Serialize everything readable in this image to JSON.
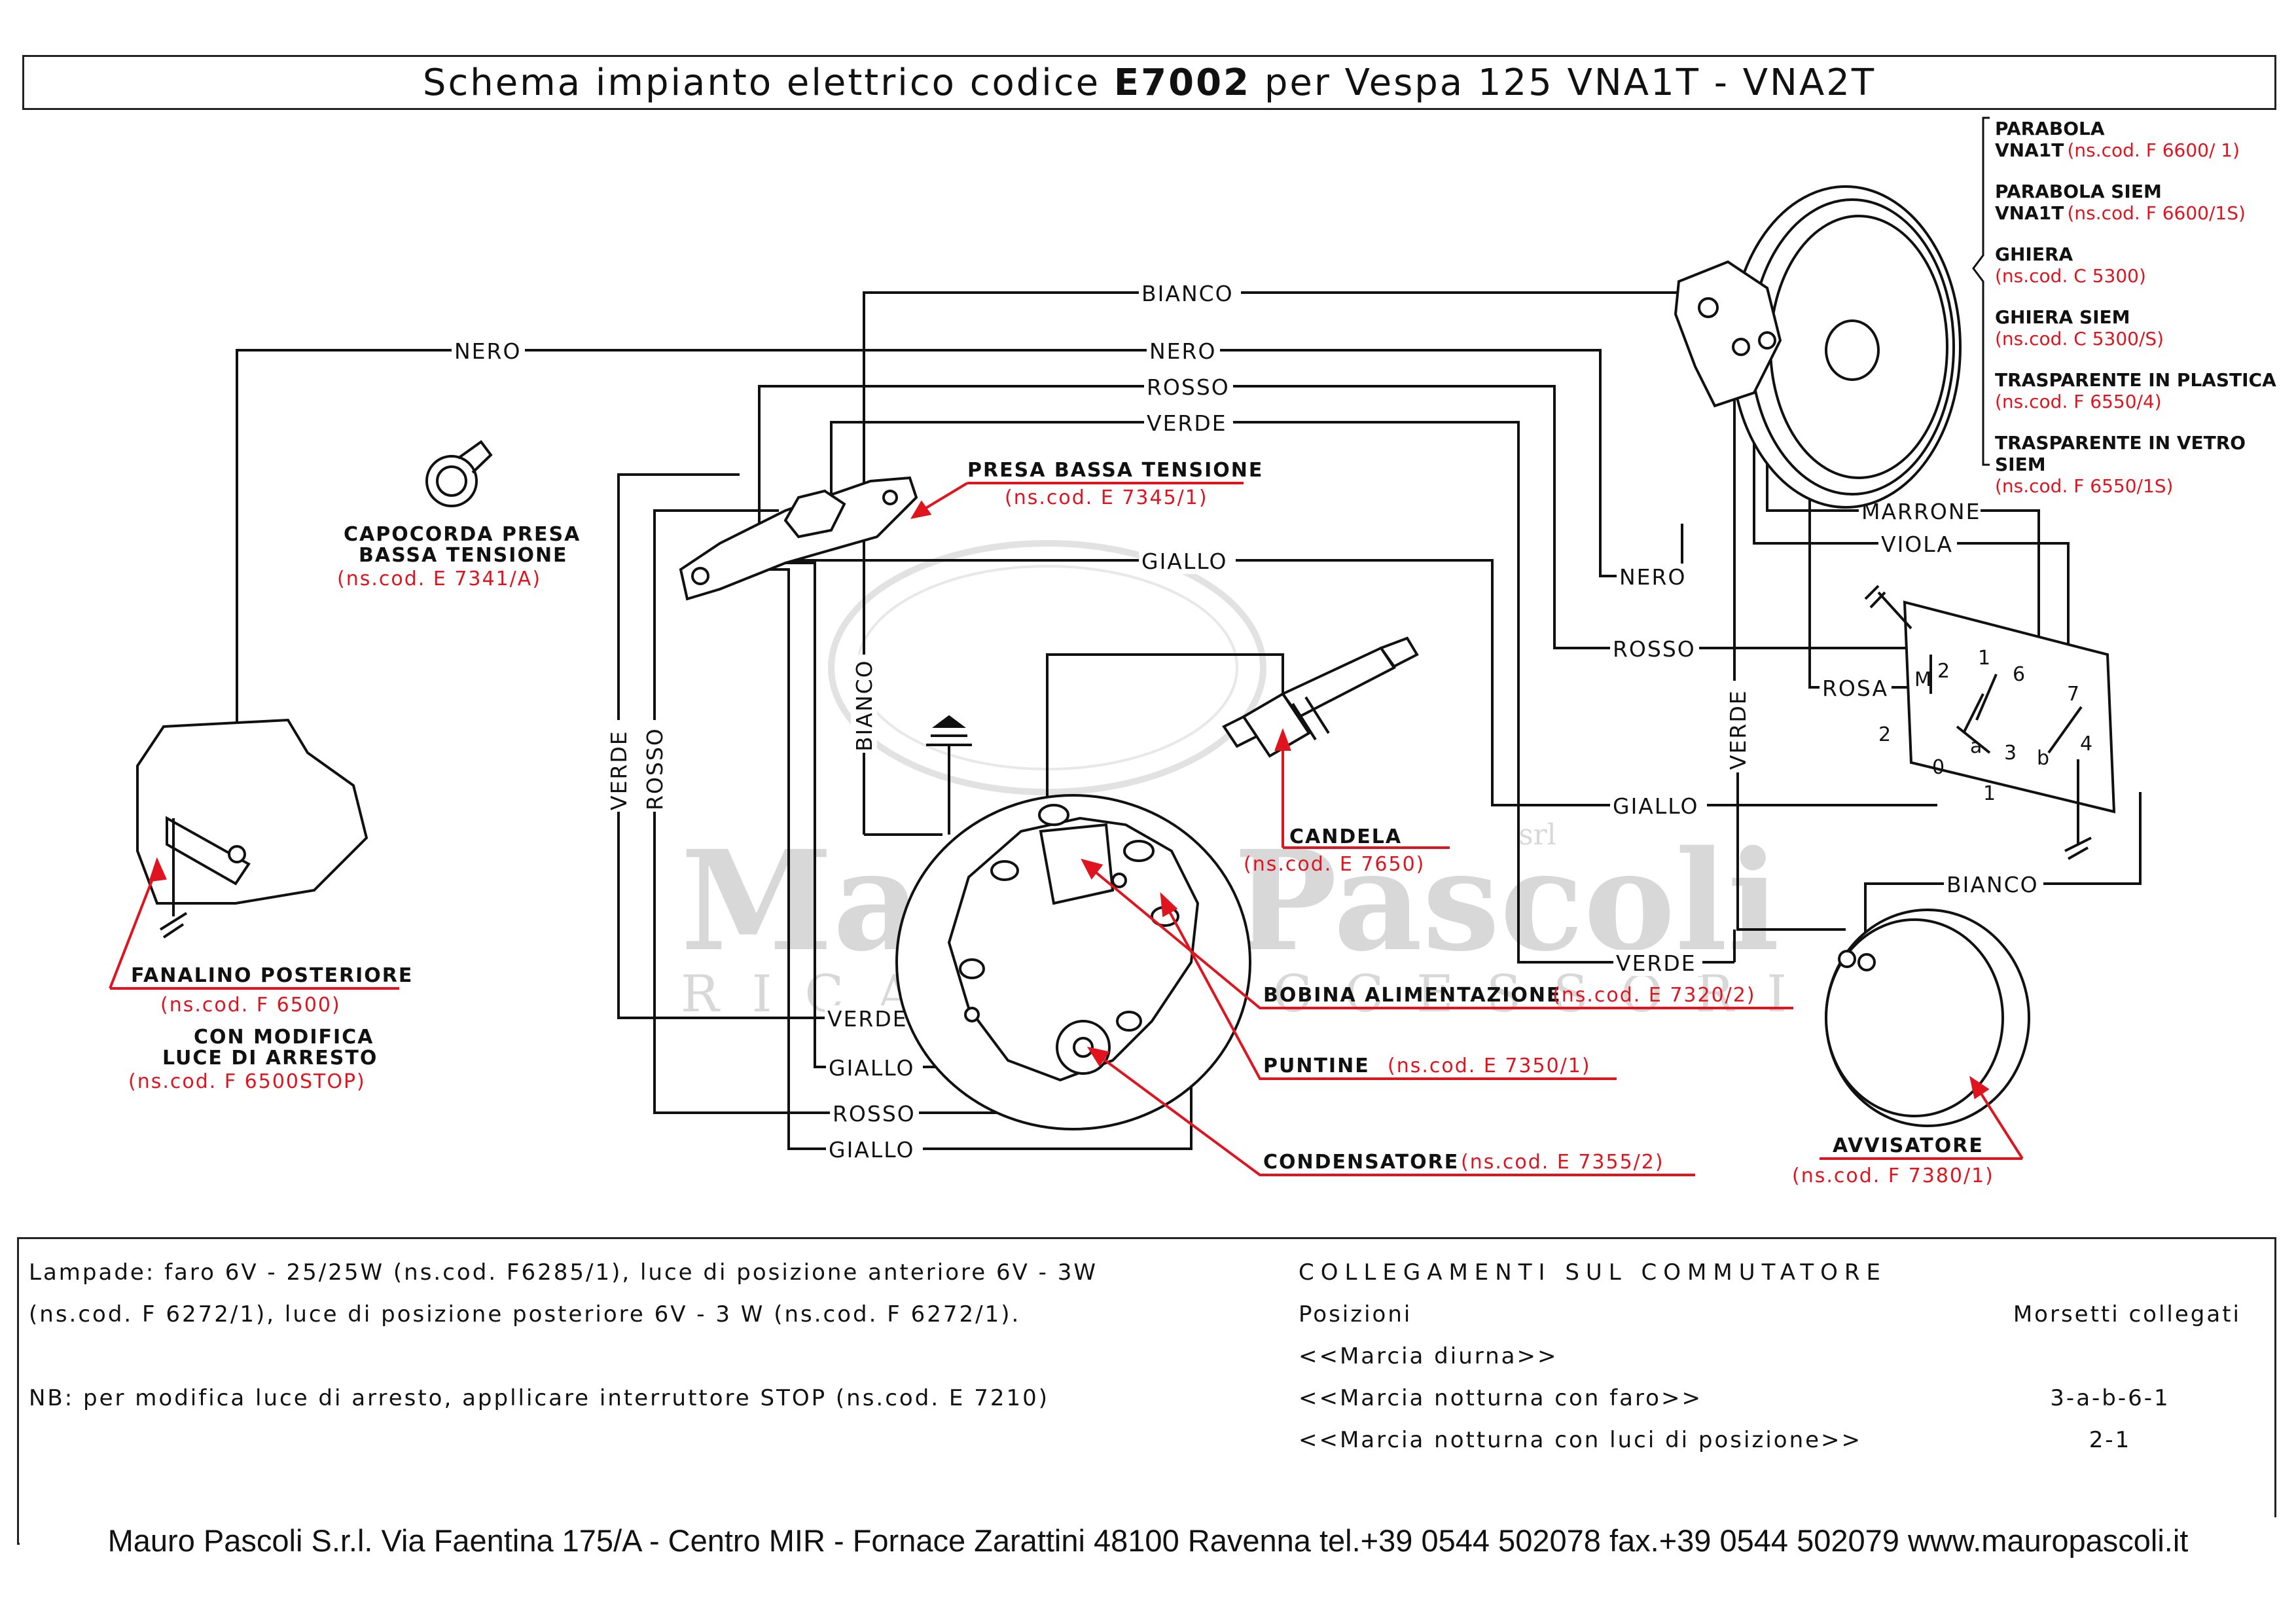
{
  "title": {
    "prefix": "Schema impianto elettrico codice ",
    "code": "E7002",
    "suffix": " per Vespa 125 VNA1T - VNA2T"
  },
  "watermark": {
    "name": "Mauro Pascoli",
    "sub": "RICAMBI ACCESSORI",
    "srl": "srl"
  },
  "wire_labels": {
    "bianco": "BIANCO",
    "nero": "NERO",
    "rosso": "ROSSO",
    "verde": "VERDE",
    "giallo": "GIALLO",
    "marrone": "MARRONE",
    "viola": "VIOLA",
    "rosa": "ROSA"
  },
  "components": {
    "capocorda": {
      "line1": "CAPOCORDA PRESA",
      "line2": "BASSA TENSIONE",
      "code": "(ns.cod. E 7341/A)"
    },
    "presa": {
      "label": "PRESA BASSA TENSIONE",
      "code": "(ns.cod. E 7345/1)"
    },
    "candela": {
      "label": "CANDELA",
      "code": "(ns.cod. E 7650)"
    },
    "bobina": {
      "label": "BOBINA ALIMENTAZIONE",
      "code": "(ns.cod. E 7320/2)"
    },
    "puntine": {
      "label": "PUNTINE",
      "code": "(ns.cod. E 7350/1)"
    },
    "condensatore": {
      "label": "CONDENSATORE",
      "code": "(ns.cod. E 7355/2)"
    },
    "fanalino": {
      "label": "FANALINO POSTERIORE",
      "code": "(ns.cod. F 6500)",
      "mod1": "CON MODIFICA",
      "mod2": "LUCE DI ARRESTO",
      "mod_code": "(ns.cod. F 6500STOP)"
    },
    "avvisatore": {
      "label": "AVVISATORE",
      "code": "(ns.cod. F 7380/1)"
    }
  },
  "parts_list": [
    {
      "name": "PARABOLA",
      "model": "VNA1T",
      "code": "(ns.cod. F 6600/ 1)"
    },
    {
      "name": "PARABOLA SIEM",
      "model": "VNA1T",
      "code": "(ns.cod. F 6600/1S)"
    },
    {
      "name": "GHIERA",
      "model": "",
      "code": "(ns.cod. C 5300)"
    },
    {
      "name": "GHIERA SIEM",
      "model": "",
      "code": "(ns.cod. C 5300/S)"
    },
    {
      "name": "TRASPARENTE IN PLASTICA",
      "model": "",
      "code": "(ns.cod. F 6550/4)"
    },
    {
      "name": "TRASPARENTE IN VETRO SIEM",
      "model": "",
      "code": "(ns.cod. F 6550/1S)"
    }
  ],
  "switch_terminals": {
    "t1a": "1",
    "t2a": "2",
    "t6": "6",
    "t7": "7",
    "t2b": "2",
    "t0": "0",
    "ta": "a",
    "tb": "b",
    "t3": "3",
    "t4": "4",
    "t1b": "1",
    "tm": "M"
  },
  "notes": {
    "line1": "Lampade: faro 6V - 25/25W (ns.cod. F6285/1), luce di posizione anteriore 6V - 3W",
    "line2": "(ns.cod. F 6272/1), luce di posizione posteriore 6V - 3 W (ns.cod. F 6272/1).",
    "line3": "NB: per modifica luce di arresto, appllicare interruttore STOP (ns.cod. E 7210)"
  },
  "collegamenti": {
    "title": "COLLEGAMENTI SUL COMMUTATORE",
    "col1": "Posizioni",
    "col2": "Morsetti collegati",
    "rows": [
      {
        "pos": "<<Marcia diurna>>",
        "val": ""
      },
      {
        "pos": "<<Marcia notturna con faro>>",
        "val": "3-a-b-6-1"
      },
      {
        "pos": "<<Marcia notturna con luci di posizione>>",
        "val": "2-1"
      }
    ]
  },
  "footer": "Mauro Pascoli S.r.l. Via Faentina 175/A - Centro MIR - Fornace Zarattini 48100 Ravenna tel.+39 0544 502078 fax.+39 0544 502079 www.mauropascoli.it",
  "colors": {
    "wire": "#111111",
    "code": "#e0141e",
    "watermark": "#d8d8d8"
  }
}
